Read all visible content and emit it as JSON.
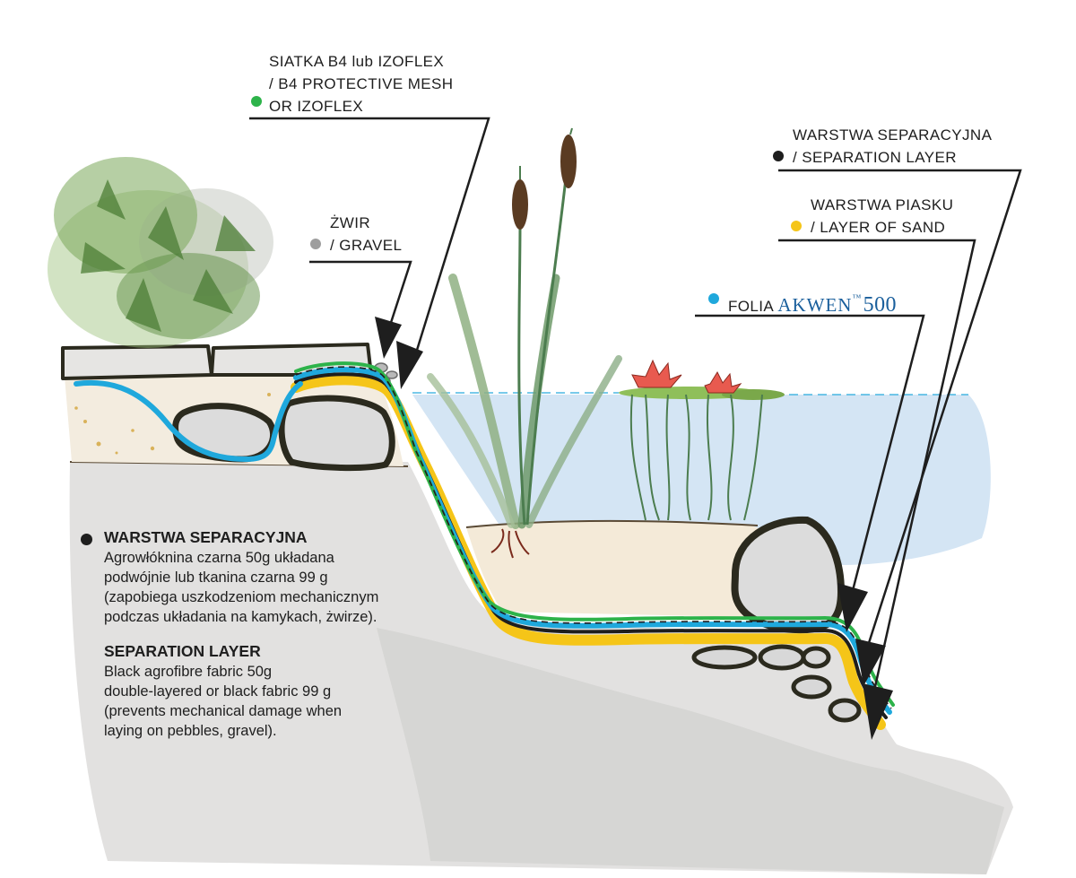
{
  "labels": {
    "mesh": {
      "lines": [
        "SIATKA B4 lub IZOFLEX",
        "/ B4 PROTECTIVE MESH",
        "OR IZOFLEX"
      ],
      "dot_color": "#2db34a"
    },
    "gravel": {
      "lines": [
        "ŻWIR",
        "/ GRAVEL"
      ],
      "dot_color": "#9e9e9e"
    },
    "separation": {
      "lines": [
        "WARSTWA SEPARACYJNA",
        "/ SEPARATION LAYER"
      ],
      "dot_color": "#1e1e1e"
    },
    "sand": {
      "lines": [
        "WARSTWA PIASKU",
        "/ LAYER OF SAND"
      ],
      "dot_color": "#f5c518"
    },
    "liner": {
      "prefix": "FOLIA",
      "brand": "AKWEN",
      "tm": "™",
      "model": "500",
      "dot_color": "#1fa8dc"
    }
  },
  "description": {
    "dot_color": "#1e1e1e",
    "pl": {
      "heading": "WARSTWA SEPARACYJNA",
      "lines": [
        "Agrowłóknina czarna 50g układana",
        "podwójnie lub tkanina czarna 99 g",
        "(zapobiega uszkodzeniom mechanicznym",
        "podczas układania na kamykach, żwirze)."
      ]
    },
    "en": {
      "heading": "SEPARATION LAYER",
      "lines": [
        "Black agrofibre fabric 50g",
        "double-layered or black fabric 99 g",
        "(prevents mechanical damage when",
        "laying on pebbles, gravel)."
      ]
    }
  },
  "colors": {
    "soil": "#dddcda",
    "sand_bed": "#f4ead8",
    "water": "#c9dff1",
    "liner_blue": "#1fa8dc",
    "sand_yellow": "#f5c518",
    "mesh_green": "#2db34a",
    "outline": "#2b2a1e"
  }
}
